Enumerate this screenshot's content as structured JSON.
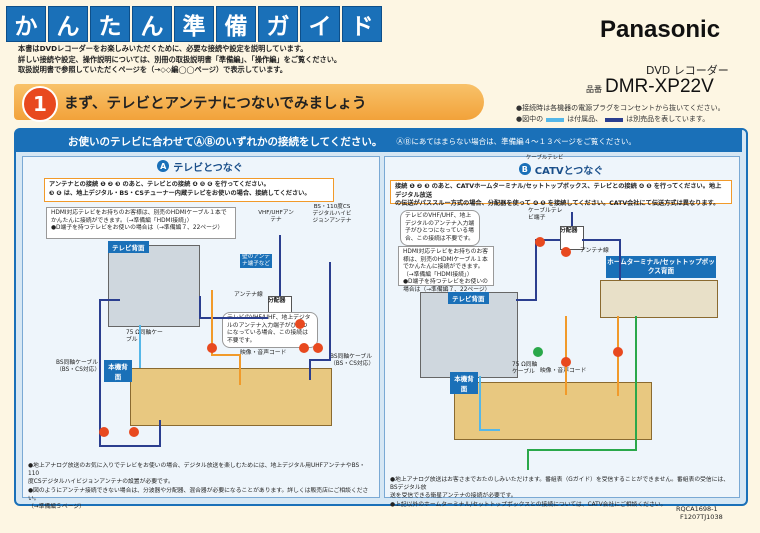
{
  "header": {
    "title_chars": [
      "か",
      "ん",
      "た",
      "ん",
      "準",
      "備",
      "ガ",
      "イ",
      "ド"
    ],
    "brand": "Panasonic",
    "intro_lines": [
      "本書はDVDレコーダーをお楽しみいただくために、必要な接続や設定を説明しています。",
      "詳しい接続や設定、操作説明については、別冊の取扱説明書「準備編」、「操作編」をご覧ください。",
      "取扱説明書で参照していただくページを（→◇◇編◯◯ページ）で表示しています。"
    ],
    "product_type": "DVD レコーダー",
    "model_prefix": "品番",
    "model": "DMR-XP22V"
  },
  "step": {
    "number": "1",
    "title": "まず、テレビとアンテナにつないでみましょう"
  },
  "notes": {
    "line1": "●接続時は各機器の電源プラグをコンセントから抜いてください。",
    "line2_prefix": "●図中の",
    "line2_a": "は付属品、",
    "line2_b": "は別売品を表しています。",
    "accessory_color": "#55b7e8",
    "optional_color": "#2b3e8f"
  },
  "panel": {
    "header": "お使いのテレビに合わせてⒶⒷのいずれかの接続をしてください。",
    "header_sub": "ⒶⒷにあてはまらない場合は、準備編４～１３ページをご覧ください。",
    "colors": {
      "border": "#1a70b8",
      "orange": "#f19a2a",
      "green": "#2aa84a",
      "red": "#e8491f"
    }
  },
  "col_a": {
    "badge": "A",
    "title": "テレビとつなぐ",
    "instr_1": "アンテナとの接続 ❶ ❷ ❸ のあと、テレビとの接続 ❹ ❺ ❻ を行ってください。",
    "instr_2": "❸ ❻ は、地上デジタル・BS・CSチューナー内蔵テレビをお使いの場合、接続してください。",
    "hdmi_1": "HDMI対応テレビをお持ちのお客様は、別売のHDMIケーブル１本で",
    "hdmi_2": "かんたんに接続ができます。（→準備編「HDMI接続」）",
    "hdmi_3": "●D端子を持つテレビをお使いの場合は（→準備編７、22ページ）",
    "tv_tag": "テレビ背面",
    "main_tag": "本機背面",
    "vhf_ant": "VHF/UHFアンテナ",
    "bs_ant": "BS・110度CSデジタルハイビジョンアンテナ",
    "wall_outlet": "壁のアンテナ端子など",
    "splitter": "分配器",
    "ant_cable": "アンテナ線",
    "av_cord": "映像・音声コード",
    "cable_75": "75 Ω同軸ケーブル",
    "bs_cable_left": "BS同軸ケーブル（BS・CS対応）",
    "bs_cable_right": "BS同軸ケーブル（BS・CS対応）",
    "bubble_1": "テレビのVHF/UHF、地上デジタルのアンテナ入力端子がひとつになっている場合、この接続は不要です。",
    "foot_1": "●地上アナログ放送のお気に入りでテレビをお使いの場合、デジタル放送を楽しむためには、地上デジタル用UHFアンテナやBS・110",
    "foot_2": "度CSデジタルハイビジョンアンテナの設置が必要です。",
    "foot_3": "●図のようにアンテナ接続できない場合は、分波器や分配器、混合器が必要になることがあります。詳しくは販売店にご相談ください。",
    "foot_4": "（→準備編５ページ）"
  },
  "col_b": {
    "badge": "B",
    "title_ruby": "ケーブルテレビ",
    "title": "CATVとつなぐ",
    "instr_1": "接続 ❶ ❷ ❸ のあと、CATVホームターミナル/セットトップボックス、テレビとの接続 ❹ ❺ を行ってください。地上デジタル放送",
    "instr_2": "の伝送がパススルー方式の場合、分配器を使って ❹ ❺ を接続してください。CATV会社にて伝送方式は異なります。",
    "bubble_1": "テレビのVHF/UHF、地上デジタルのアンテナ入力端子がひとつになっている場合、この接続は不要です。",
    "hdmi_1": "HDMI対応テレビをお持ちのお客様は、別売のHDMIケーブル１本でかんたんに接続ができます。",
    "hdmi_2": "（→準備編「HDMI接続」）",
    "hdmi_3": "●D端子を持つテレビをお使いの場合は（→準備編７、22ページ）",
    "tv_tag": "テレビ背面",
    "main_tag": "本機背面",
    "cable_tv_term": "ケーブルテレビ端子",
    "splitter": "分配器",
    "home_terminal": "ホームターミナル/セットトップボックス背面",
    "ant_cable": "アンテナ線",
    "av_cord": "映像・音声コード",
    "cable_75": "75 Ω同軸ケーブル",
    "foot_1": "●地上アナログ放送はお客さまでおたのしみいただけます。番組表（Gガイド）を受信することができません。番組表の受信には、BSデジタル放",
    "foot_2": "送を受信できる衛星アンテナの接続が必要です。",
    "foot_3": "●上記以外のホームターミナル/セットトップボックスとの接続については、CATV会社にご相談ください。"
  },
  "codes": {
    "code1": "RQCA1698-1",
    "code2": "F1207TJ1038"
  }
}
